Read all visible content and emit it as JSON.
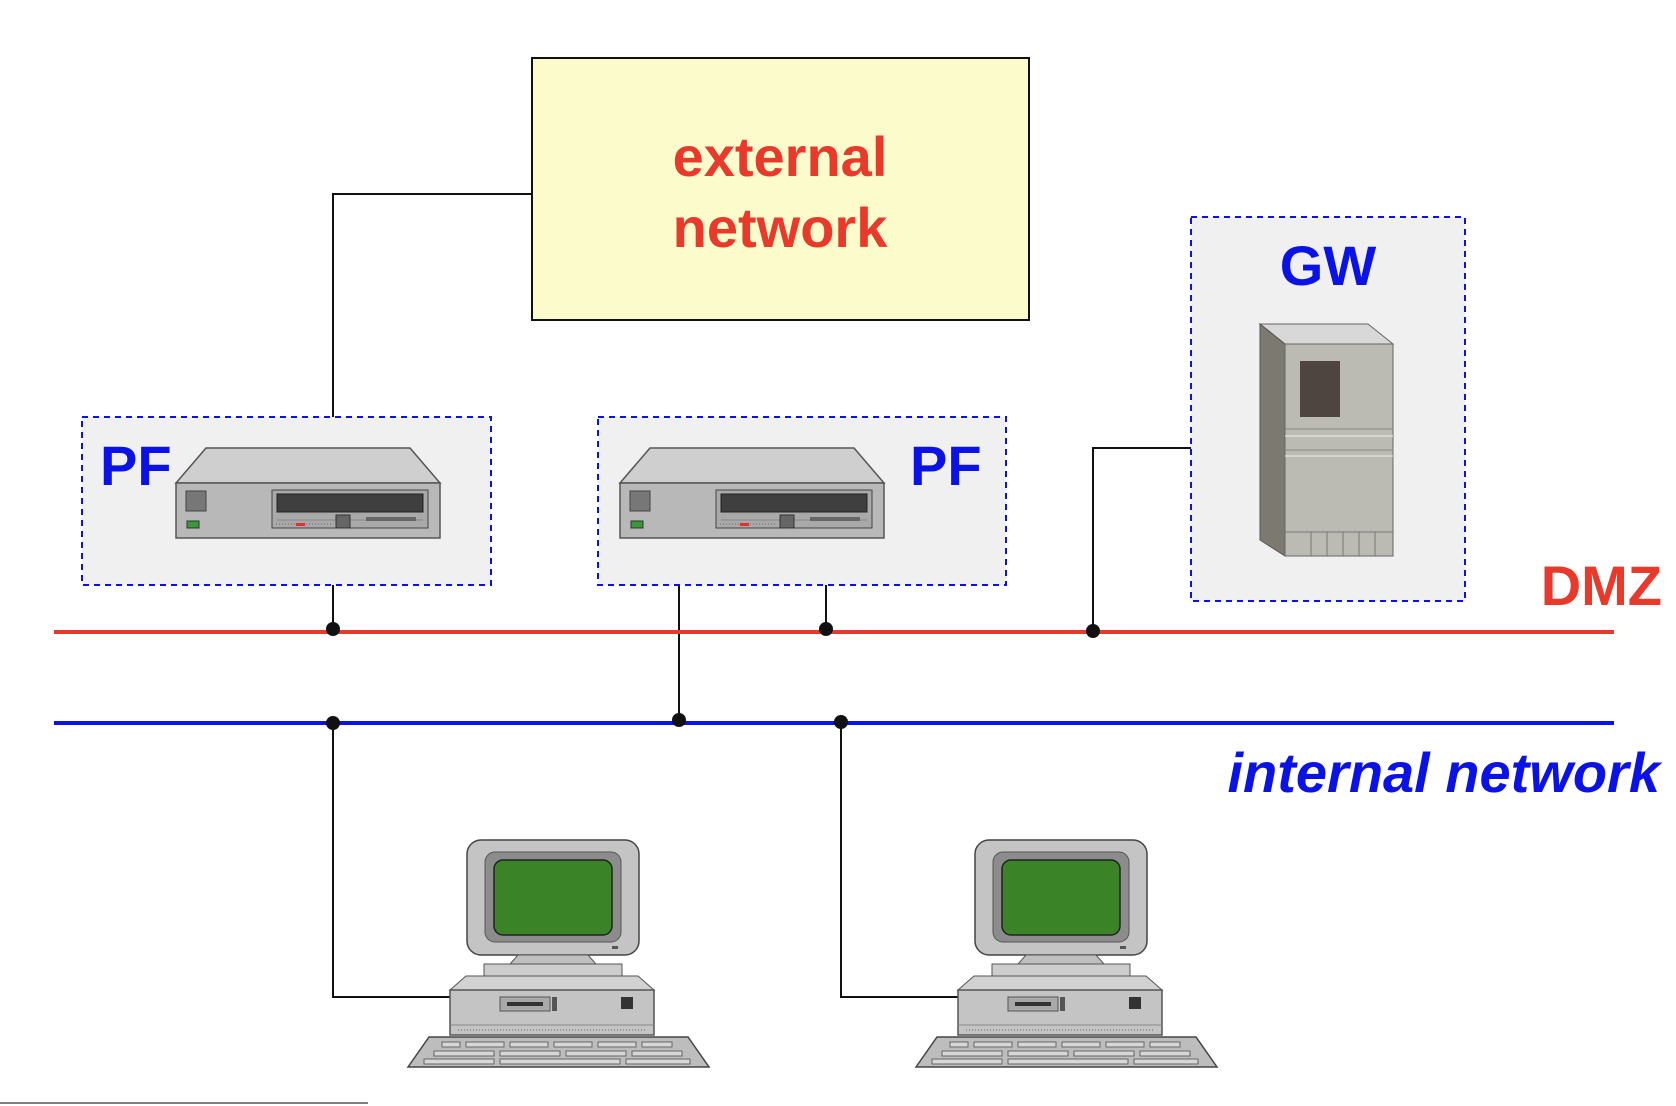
{
  "labels": {
    "external_line1": "external",
    "external_line2": "network",
    "gw": "GW",
    "pf_left": "PF",
    "pf_right": "PF",
    "dmz": "DMZ",
    "internal": "internal network"
  },
  "colors": {
    "red": "#e8392b",
    "blue": "#0a12e6",
    "external_box_fill": "#fbfbcb",
    "zone_fill": "#f0f0f0",
    "screen_green": "#3a8427"
  },
  "icons": {
    "packet_filter": "router-icon",
    "gateway": "server-tower-icon",
    "workstation": "desktop-computer-icon"
  }
}
